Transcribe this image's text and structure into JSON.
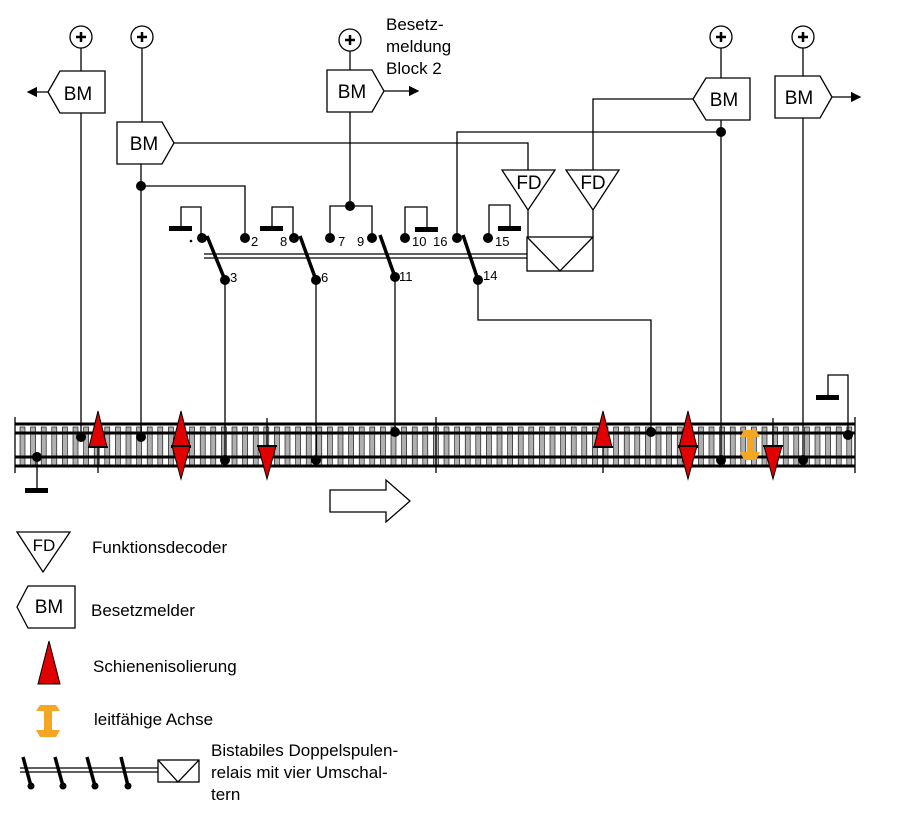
{
  "block_annotation": [
    "Besetz-",
    "meldung",
    "Block 2"
  ],
  "occupancy_detector_label": "BM",
  "function_decoder_label": "FD",
  "contacts": {
    "c2": "2",
    "c3": "3",
    "c6": "6",
    "c7": "7",
    "c8": "8",
    "c9": "9",
    "c10": "10",
    "c11": "11",
    "c14": "14",
    "c15": "15",
    "c16": "16"
  },
  "legend": {
    "function_decoder": "Funktionsdecoder",
    "occupancy_detector": "Besetzmelder",
    "rail_insulation": "Schienenisolierung",
    "conductive_axle": "leitfähige Achse",
    "relay": [
      "Bistabiles Doppelspulen-",
      "relais mit vier Umschal-",
      "tern"
    ]
  },
  "colors": {
    "insulation": "#e00000",
    "axle": "#f5a623",
    "line": "#000000"
  },
  "icons": [
    "plus-terminal-icon",
    "ground-icon",
    "arrow-right-icon",
    "arrow-left-icon",
    "direction-arrow-icon"
  ]
}
